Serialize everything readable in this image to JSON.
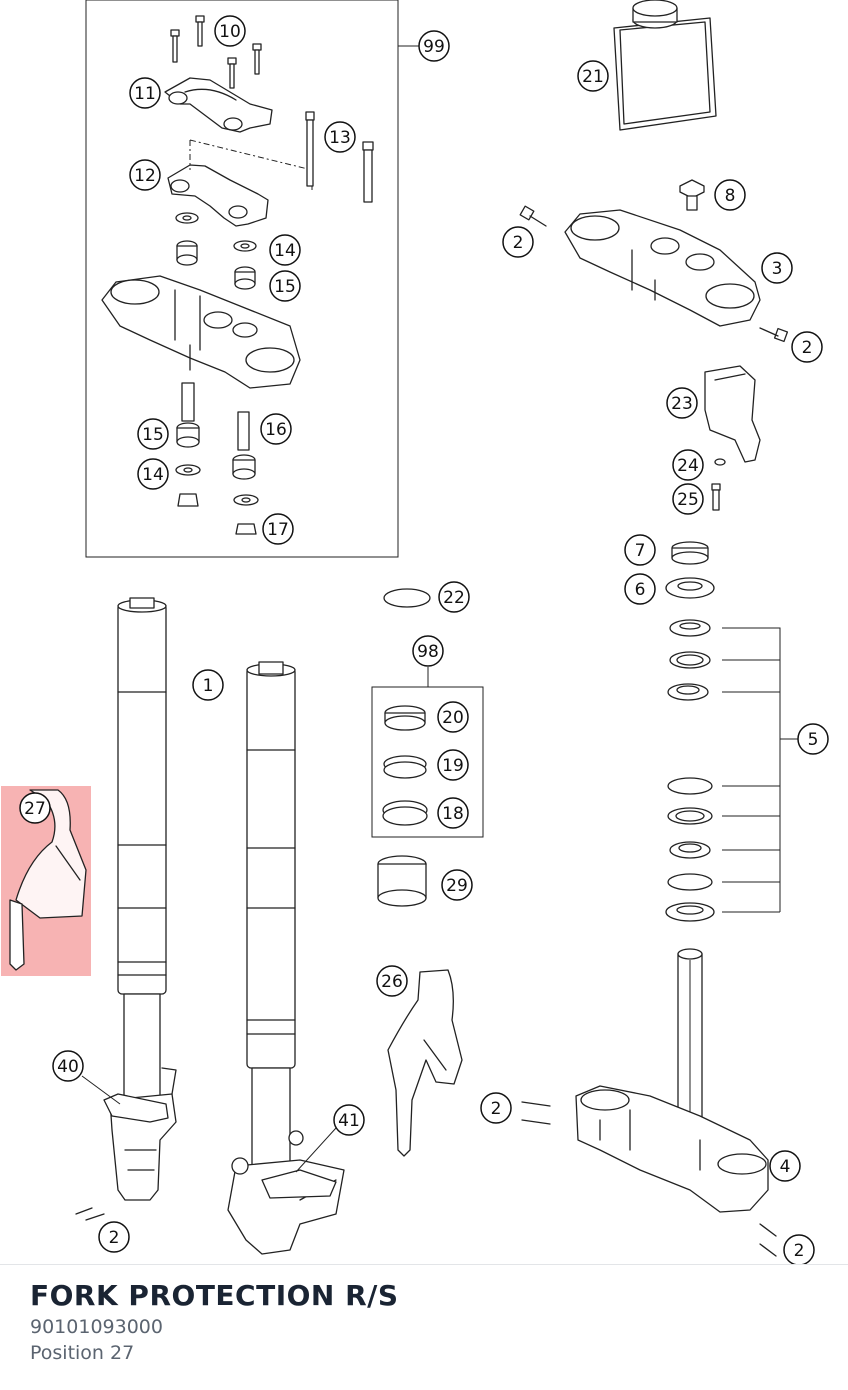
{
  "highlight": {
    "position": "27",
    "color": "#f28b8b"
  },
  "callouts": [
    "10",
    "99",
    "11",
    "13",
    "12",
    "14",
    "15",
    "15",
    "16",
    "14",
    "17",
    "21",
    "8",
    "2",
    "3",
    "2",
    "23",
    "24",
    "25",
    "7",
    "6",
    "22",
    "98",
    "20",
    "19",
    "18",
    "5",
    "29",
    "1",
    "27",
    "26",
    "40",
    "41",
    "2",
    "4",
    "2",
    "2"
  ],
  "part": {
    "title": "FORK PROTECTION R/S",
    "number": "90101093000",
    "position": "Position 27"
  }
}
